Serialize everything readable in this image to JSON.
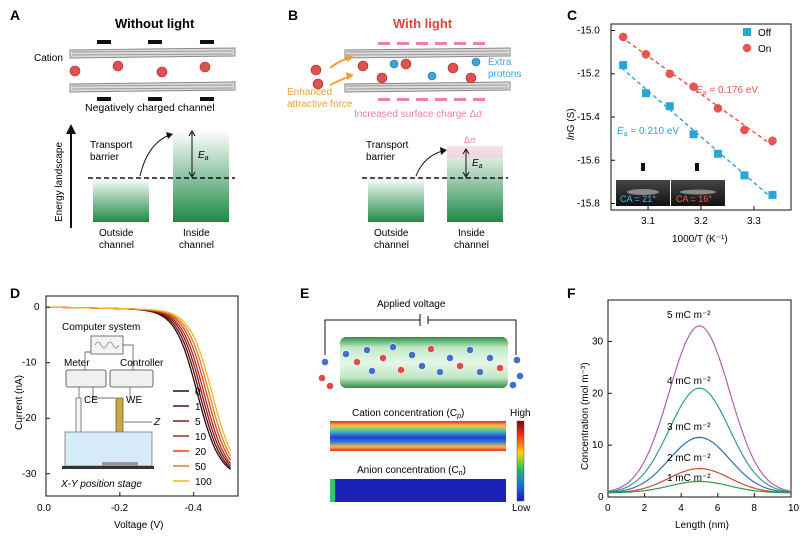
{
  "panels": {
    "A": {
      "letter": "A",
      "title": "Without light",
      "cation_label": "Cation",
      "channel_label": "Negatively charged channel",
      "energy_axis": "Energy landscape",
      "barrier_label_1": "Transport",
      "barrier_label_2": "barrier",
      "ea_label": "E",
      "ea_sub": "a",
      "outside_1": "Outside",
      "outside_2": "channel",
      "inside_1": "Inside",
      "inside_2": "channel"
    },
    "B": {
      "letter": "B",
      "title": "With light",
      "force_1": "Enhanced",
      "force_2": "attractive force",
      "protons_1": "Extra",
      "protons_2": "protons",
      "surface_charge": "Increased surface charge Δσ",
      "delta_sigma": "Δσ",
      "barrier_label_1": "Transport",
      "barrier_label_2": "barrier",
      "ea_label": "E",
      "ea_sub": "a",
      "outside_1": "Outside",
      "outside_2": "channel",
      "inside_1": "Inside",
      "inside_2": "channel"
    },
    "C": {
      "letter": "C",
      "ylabel": "lnG (S)",
      "xlabel": "1000/T (K⁻¹)",
      "legend_off": "Off",
      "legend_on": "On",
      "ea_on_label": "E",
      "ea_on_sub": "a",
      "ea_on_value": " = 0.176 eV",
      "ea_off_label": "E",
      "ea_off_sub": "a",
      "ea_off_value": " = 0.210 eV",
      "ca_left": "CA = 21°",
      "ca_right": "CA = 16°",
      "xticks": [
        "3.1",
        "3.2",
        "3.3"
      ],
      "yticks": [
        "-15.0",
        "-15.2",
        "-15.4",
        "-15.6",
        "-15.8"
      ]
    },
    "D": {
      "letter": "D",
      "ylabel": "Current (nA)",
      "xlabel": "Voltage (V)",
      "computer": "Computer system",
      "meter": "Meter",
      "controller": "Controller",
      "ce": "CE",
      "we": "WE",
      "z": "Z",
      "stage": "X-Y position stage",
      "legend": [
        "0",
        "1",
        "5",
        "10",
        "20",
        "50",
        "100"
      ],
      "xticks": [
        "0.0",
        "-0.2",
        "-0.4"
      ],
      "yticks": [
        "0",
        "-10",
        "-20",
        "-30"
      ]
    },
    "E": {
      "letter": "E",
      "applied": "Applied voltage",
      "cation_conc": "Cation concentration (C",
      "cation_sub": "p",
      "anion_conc": "Anion concentration (C",
      "anion_sub": "n",
      "close_paren": ")",
      "high": "High",
      "low": "Low"
    },
    "F": {
      "letter": "F",
      "ylabel": "Concentration (mol m⁻³)",
      "xlabel": "Length (nm)",
      "labels": [
        "5 mC m⁻²",
        "4 mC m⁻²",
        "3 mC m⁻²",
        "2 mC m⁻²",
        "1 mC m⁻²"
      ],
      "xticks": [
        "0",
        "2",
        "4",
        "6",
        "8",
        "10"
      ],
      "yticks": [
        "0",
        "10",
        "20",
        "30"
      ]
    }
  },
  "colors": {
    "off": "#2aa6d6",
    "on": "#e8554e",
    "purple": "#b25fb3",
    "teal": "#2f9e8f",
    "blue": "#2e6fb5",
    "red": "#d2443d",
    "green_channel": "#1f8a46"
  },
  "chart_data": [
    {
      "type": "scatter",
      "panel": "C",
      "xlabel": "1000/T (K⁻¹)",
      "ylabel": "lnG (S)",
      "xlim": [
        3.03,
        3.37
      ],
      "ylim": [
        -15.83,
        -14.97
      ],
      "series": [
        {
          "name": "Off",
          "x": [
            3.053,
            3.096,
            3.141,
            3.186,
            3.232,
            3.282,
            3.335
          ],
          "y": [
            -15.16,
            -15.29,
            -15.35,
            -15.48,
            -15.57,
            -15.67,
            -15.76
          ]
        },
        {
          "name": "On",
          "x": [
            3.053,
            3.096,
            3.141,
            3.186,
            3.232,
            3.282,
            3.335
          ],
          "y": [
            -15.03,
            -15.11,
            -15.2,
            -15.26,
            -15.36,
            -15.46,
            -15.51
          ]
        }
      ]
    },
    {
      "type": "line",
      "panel": "D",
      "xlabel": "Voltage (V)",
      "ylabel": "Current (nA)",
      "xlim": [
        0.0,
        -0.52
      ],
      "ylim": [
        -34,
        2
      ],
      "series": [
        {
          "name": "0",
          "vknee": -0.41,
          "imax": -30
        },
        {
          "name": "1",
          "vknee": -0.416,
          "imax": -30
        },
        {
          "name": "5",
          "vknee": -0.422,
          "imax": -30
        },
        {
          "name": "10",
          "vknee": -0.428,
          "imax": -30
        },
        {
          "name": "20",
          "vknee": -0.435,
          "imax": -30
        },
        {
          "name": "50",
          "vknee": -0.442,
          "imax": -30
        },
        {
          "name": "100",
          "vknee": -0.45,
          "imax": -30
        }
      ]
    },
    {
      "type": "line",
      "panel": "F",
      "xlabel": "Length (nm)",
      "ylabel": "Concentration (mol m⁻³)",
      "xlim": [
        0,
        10
      ],
      "ylim": [
        0,
        38
      ],
      "series": [
        {
          "name": "5 mC m⁻²",
          "peak": 33
        },
        {
          "name": "4 mC m⁻²",
          "peak": 21
        },
        {
          "name": "3 mC m⁻²",
          "peak": 11.5
        },
        {
          "name": "2 mC m⁻²",
          "peak": 5.5
        },
        {
          "name": "1 mC m⁻²",
          "peak": 3
        }
      ]
    }
  ]
}
